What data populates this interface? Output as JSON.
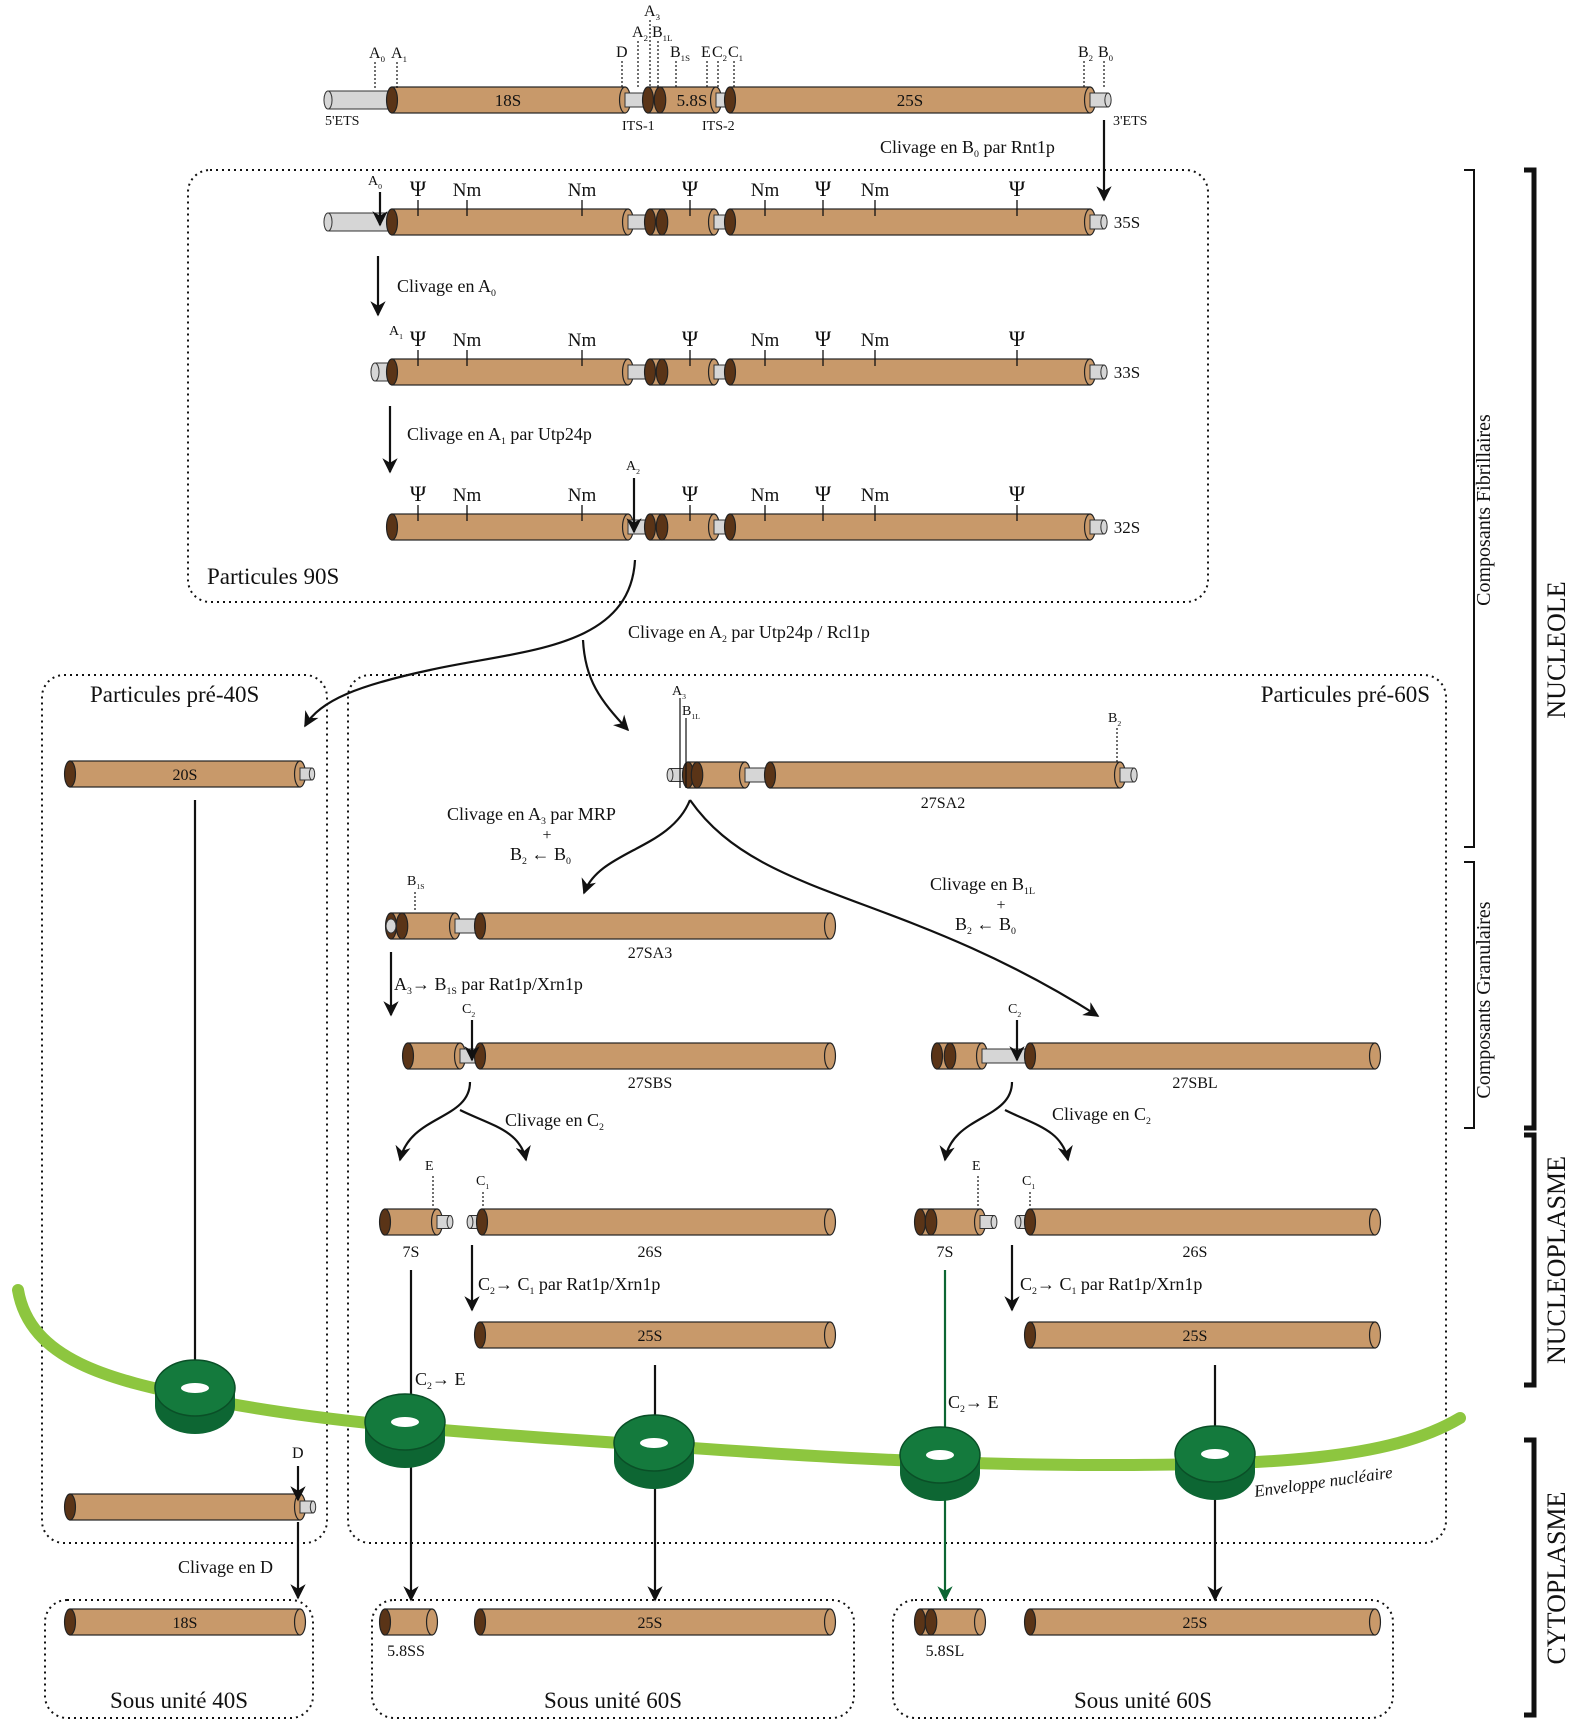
{
  "colors": {
    "rna_body": "#c8996a",
    "rna_cap": "#5a3417",
    "spacer": "#d6d6d6",
    "envelope": "#8dc63f",
    "pore": "#0d6633",
    "pseudouridine": "#d2222a",
    "methylation": "#2b2f86",
    "green_arrow": "#0d6633"
  },
  "icons": {
    "pore": "nuclear-pore-icon",
    "pseudouridine": "psi-symbol",
    "arrow": "arrow-icon"
  },
  "precursor": {
    "segments": [
      "18S",
      "5.8S",
      "25S"
    ],
    "spacers": [
      "5'ETS",
      "ITS-1",
      "ITS-2",
      "3'ETS"
    ],
    "sites": [
      "A0",
      "A1",
      "A2",
      "A3",
      "B1L",
      "B1S",
      "D",
      "E",
      "C2",
      "C1",
      "B2",
      "B0"
    ]
  },
  "mods": {
    "psi": "Ψ",
    "nm": "Nm"
  },
  "intermediates": {
    "p35": "35S",
    "p33": "33S",
    "p32": "32S",
    "p20": "20S",
    "sa2": "27SA2",
    "sa3": "27SA3",
    "sbs": "27SBS",
    "sbl": "27SBL",
    "s7a": "7S",
    "s7b": "7S",
    "s26a": "26S",
    "s26b": "26S",
    "s25a": "25S",
    "s25b": "25S"
  },
  "mature": {
    "r18": "18S",
    "r58s": "5.8SS",
    "r58l": "5.8SL",
    "r25a": "25S",
    "r25b": "25S"
  },
  "steps": {
    "b0": "Clivage en B0 par Rnt1p",
    "a0": "Clivage en A0",
    "a1": "Clivage en A1 par Utp24p",
    "a2": "Clivage en A2 par Utp24p / Rcl1p",
    "a3_l1": "Clivage en A3 par MRP",
    "a3_l2": "+",
    "a3_l3": "B2 ← B0",
    "b1l_l1": "Clivage en B1L",
    "b1l_l2": "+",
    "b1l_l3": "B2 ← B0",
    "a3b1s": "A3→ B1S par Rat1p/Xrn1p",
    "c2a": "Clivage en C2",
    "c2b": "Clivage en C2",
    "c2c1a": "C2→ C1 par Rat1p/Xrn1p",
    "c2c1b": "C2→ C1 par Rat1p/Xrn1p",
    "c2ea": "C2→ E",
    "c2eb": "C2→ E",
    "d": "Clivage en D"
  },
  "boxes": {
    "p90": "Particules 90S",
    "pre40": "Particules pré-40S",
    "pre60": "Particules pré-60S",
    "su40": "Sous unité 40S",
    "su60a": "Sous unité 60S",
    "su60b": "Sous unité 60S"
  },
  "envelope_label": "Enveloppe nucléaire",
  "sidebar": {
    "fibrillar": "Composants Fibrillaires",
    "granular": "Composants Granulaires",
    "nucleole": "NUCLEOLE",
    "nucleoplasme": "NUCLEOPLASME",
    "cytoplasme": "CYTOPLASME"
  }
}
